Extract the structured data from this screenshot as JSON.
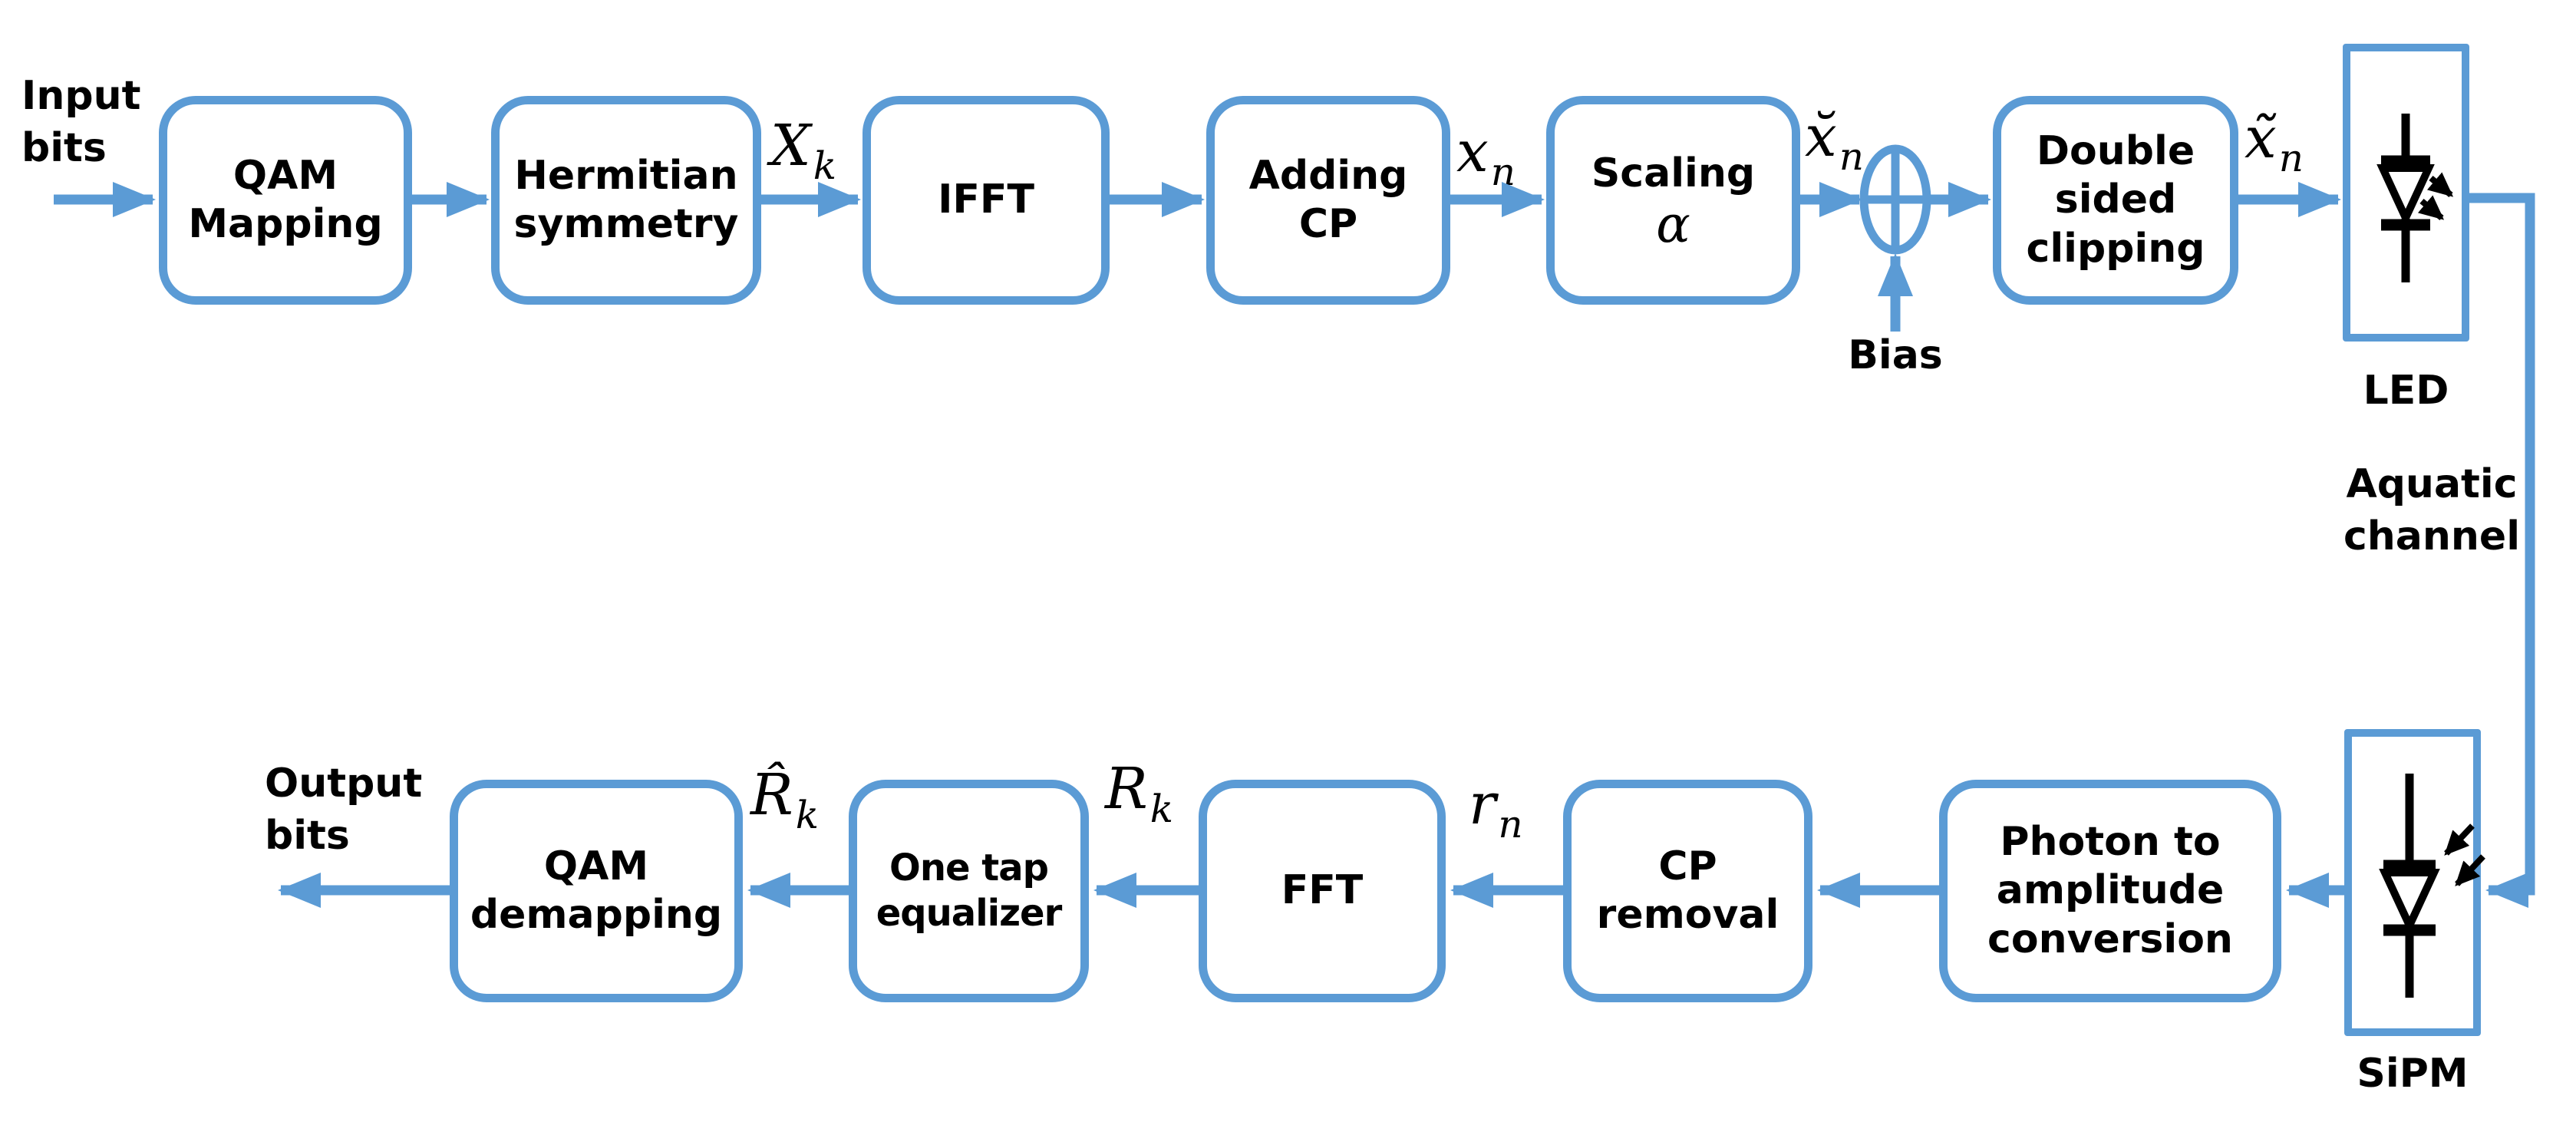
{
  "figure": {
    "background": "#ffffff",
    "accent_blue": "#5b9bd5",
    "text_color": "#000000"
  },
  "transmitter": {
    "input_label": {
      "line1": "Input",
      "line2": "bits"
    },
    "qam_mapping": {
      "line1": "QAM",
      "line2": "Mapping"
    },
    "hermitian_symmetry": {
      "line1": "Hermitian",
      "line2": "symmetry"
    },
    "ifft": {
      "label": "IFFT"
    },
    "adding_cp": {
      "line1": "Adding",
      "line2": "CP"
    },
    "scaling": {
      "line1": "Scaling",
      "alpha": "α"
    },
    "bias_label": "Bias",
    "double_sided_clipping": {
      "line1": "Double",
      "line2": "sided",
      "line3": "clipping"
    },
    "led_label": "LED"
  },
  "channel": {
    "aquatic_label": {
      "line1": "Aquatic",
      "line2": "channel"
    }
  },
  "receiver": {
    "sipm_label": "SiPM",
    "photon_conversion": {
      "line1": "Photon to",
      "line2": "amplitude",
      "line3": "conversion"
    },
    "cp_removal": {
      "line1": "CP",
      "line2": "removal"
    },
    "fft": {
      "label": "FFT"
    },
    "one_tap_equalizer": {
      "line1": "One tap",
      "line2": "equalizer"
    },
    "qam_demapping": {
      "line1": "QAM",
      "line2": "demapping"
    },
    "output_label": {
      "line1": "Output",
      "line2": "bits"
    }
  },
  "signals": {
    "Xk": {
      "base": "X",
      "sub": "k"
    },
    "xn": {
      "base": "x",
      "sub": "n"
    },
    "xn_breve": {
      "base": "x̆",
      "sub": "n"
    },
    "xn_tilde": {
      "base": "x̃",
      "sub": "n"
    },
    "rn": {
      "base": "r",
      "sub": "n"
    },
    "Rk": {
      "base": "R",
      "sub": "k"
    },
    "Rk_hat": {
      "base": "R̂",
      "sub": "k"
    }
  }
}
